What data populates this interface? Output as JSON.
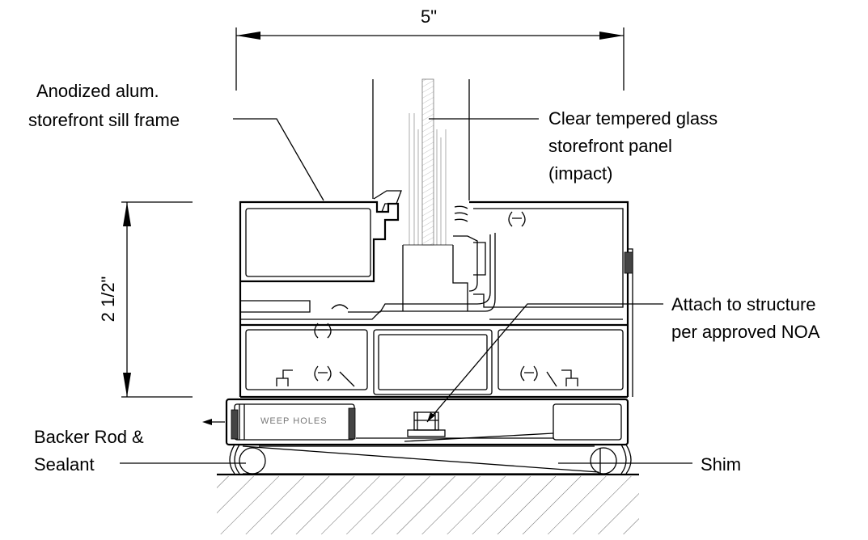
{
  "dimensions": {
    "width_label": "5\"",
    "height_label": "2 1/2\""
  },
  "callouts": {
    "frame_line1": "Anodized alum.",
    "frame_line2": "storefront sill frame",
    "glass_line1": "Clear tempered glass",
    "glass_line2": "storefront panel",
    "glass_line3": "(impact)",
    "attach_line1": "Attach to structure",
    "attach_line2": "per approved NOA",
    "backer_line1": "Backer Rod &",
    "backer_line2": "Sealant",
    "shim": "Shim",
    "weep": "WEEP HOLES"
  }
}
